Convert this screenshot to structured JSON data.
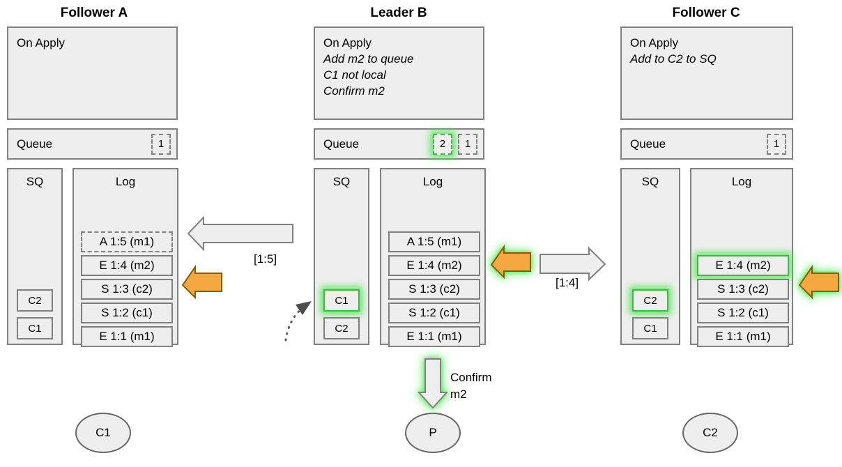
{
  "diagram": {
    "title_follower_a": "Follower A",
    "title_leader_b": "Leader B",
    "title_follower_c": "Follower C"
  },
  "follower_a": {
    "on_apply": {
      "header": "On Apply",
      "lines": []
    },
    "queue": {
      "label": "Queue",
      "boxes": [
        {
          "value": "1",
          "dashed": true,
          "highlighted": false
        }
      ]
    },
    "sq": {
      "header": "SQ",
      "items": [
        {
          "label": "C2",
          "highlighted": false
        },
        {
          "label": "C1",
          "highlighted": false
        }
      ]
    },
    "log": {
      "header": "Log",
      "entries": [
        {
          "label": "A 1:5 (m1)",
          "dashed": true,
          "highlighted": false
        },
        {
          "label": "E 1:4 (m2)",
          "dashed": false,
          "highlighted": false
        },
        {
          "label": "S 1:3 (c2)",
          "dashed": false,
          "highlighted": false
        },
        {
          "label": "S 1:2 (c1)",
          "dashed": false,
          "highlighted": false
        },
        {
          "label": "E 1:1 (m1)",
          "dashed": false,
          "highlighted": false
        }
      ]
    },
    "client": "C1"
  },
  "leader_b": {
    "on_apply": {
      "header": "On Apply",
      "lines": [
        "Add m2 to queue",
        "C1 not local",
        "Confirm m2"
      ]
    },
    "queue": {
      "label": "Queue",
      "boxes": [
        {
          "value": "2",
          "dashed": true,
          "highlighted": true
        },
        {
          "value": "1",
          "dashed": true,
          "highlighted": false
        }
      ]
    },
    "sq": {
      "header": "SQ",
      "items": [
        {
          "label": "C1",
          "highlighted": true
        },
        {
          "label": "C2",
          "highlighted": false
        }
      ]
    },
    "log": {
      "header": "Log",
      "entries": [
        {
          "label": "A 1:5 (m1)",
          "dashed": false,
          "highlighted": false
        },
        {
          "label": "E 1:4 (m2)",
          "dashed": false,
          "highlighted": false
        },
        {
          "label": "S 1:3 (c2)",
          "dashed": false,
          "highlighted": false
        },
        {
          "label": "S 1:2 (c1)",
          "dashed": false,
          "highlighted": false
        },
        {
          "label": "E 1:1 (m1)",
          "dashed": false,
          "highlighted": false
        }
      ]
    },
    "client": "P"
  },
  "follower_c": {
    "on_apply": {
      "header": "On Apply",
      "lines": [
        "Add to C2 to SQ"
      ]
    },
    "queue": {
      "label": "Queue",
      "boxes": [
        {
          "value": "1",
          "dashed": true,
          "highlighted": false
        }
      ]
    },
    "sq": {
      "header": "SQ",
      "items": [
        {
          "label": "C2",
          "highlighted": true
        },
        {
          "label": "C1",
          "highlighted": false
        }
      ]
    },
    "log": {
      "header": "Log",
      "entries": [
        {
          "label": "E 1:4 (m2)",
          "dashed": false,
          "highlighted": true
        },
        {
          "label": "S 1:3 (c2)",
          "dashed": false,
          "highlighted": false
        },
        {
          "label": "S 1:2 (c1)",
          "dashed": false,
          "highlighted": false
        },
        {
          "label": "E 1:1 (m1)",
          "dashed": false,
          "highlighted": false
        }
      ]
    },
    "client": "C2"
  },
  "messages": {
    "ab_label": "[1:5]",
    "bc_label": "[1:4]",
    "confirm_line1": "Confirm",
    "confirm_line2": "m2"
  },
  "colors": {
    "panel_fill": "#eeeeee",
    "panel_stroke": "#808080",
    "orange_arrow": "#f5a742",
    "orange_stroke": "#7f6000",
    "glow_green": "#4ce650",
    "white_arrow_fill": "#eeeeee",
    "white_arrow_stroke": "#808080",
    "text": "#000000"
  }
}
